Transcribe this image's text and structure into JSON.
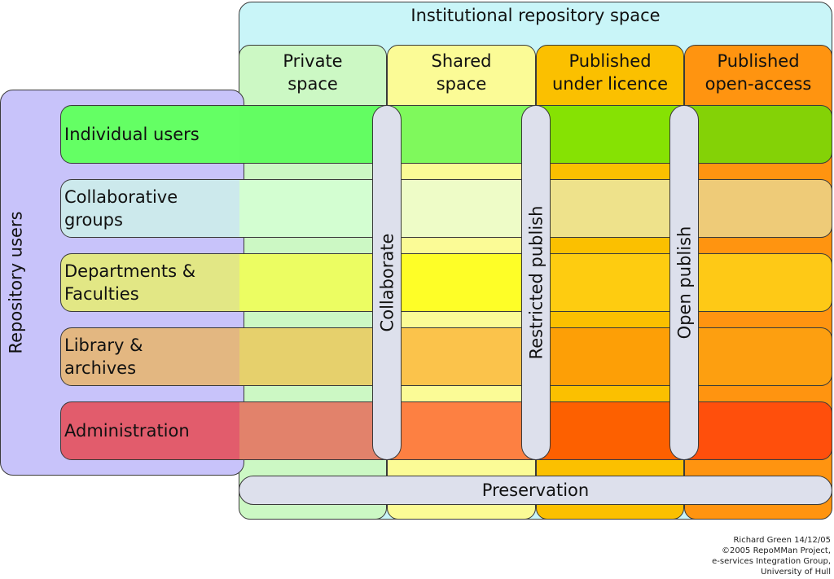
{
  "title": "Institutional repository space",
  "columns": [
    {
      "label": "Private\nspace",
      "color": "#ccf8c4"
    },
    {
      "label": "Shared\nspace",
      "color": "#fbfb96"
    },
    {
      "label": "Published\nunder licence",
      "color": "#fbc000"
    },
    {
      "label": "Published\nopen-access",
      "color": "#ff9410"
    }
  ],
  "users_panel": {
    "label": "Repository users",
    "color": "#c8c3fa"
  },
  "rows": [
    {
      "label": "Individual users",
      "color": "#64ff64",
      "cells": [
        "#63fd62",
        "#7ff95c",
        "#86e203",
        "#84d206"
      ]
    },
    {
      "label": "Collaborative\ngroups",
      "color": "#cce9ec",
      "cells": [
        "#d3fed1",
        "#eefcc7",
        "#eee28b",
        "#eecb78"
      ]
    },
    {
      "label": "Departments &\nFaculties",
      "color": "#e2e785",
      "cells": [
        "#ecfd62",
        "#fefe27",
        "#fecc10",
        "#fec916"
      ]
    },
    {
      "label": "Library &\narchives",
      "color": "#e3b781",
      "cells": [
        "#e6d06c",
        "#fbc34b",
        "#fd9f06",
        "#fd9f10"
      ]
    },
    {
      "label": "Administration",
      "color": "#e25c6c",
      "cells": [
        "#e2826b",
        "#fd8042",
        "#fd6000",
        "#ff4f0c"
      ]
    }
  ],
  "processes": [
    "Collaborate",
    "Restricted publish",
    "Open publish"
  ],
  "preservation": "Preservation",
  "credit": [
    "Richard Green 14/12/05",
    "©2005 RepoMMan Project,",
    "e-services Integration Group,",
    "University of Hull"
  ]
}
